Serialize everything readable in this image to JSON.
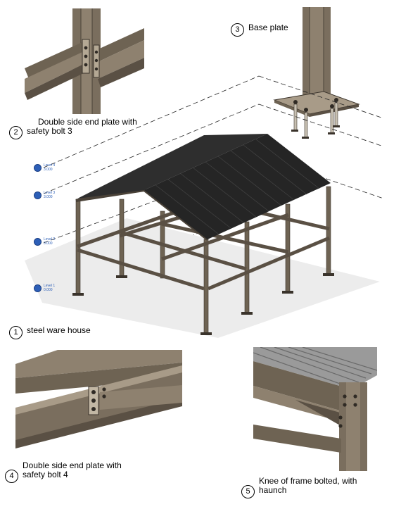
{
  "details": [
    {
      "number": "1",
      "label": "steel ware house"
    },
    {
      "number": "2",
      "label": "Double side end plate with safety bolt 3",
      "lines": [
        "Double side end plate with",
        "safety bolt 3"
      ]
    },
    {
      "number": "3",
      "label": "Base plate"
    },
    {
      "number": "4",
      "label": "Double side end plate with safety bolt 4",
      "lines": [
        "Double side end plate with",
        "safety bolt 4"
      ]
    },
    {
      "number": "5",
      "label": "Knee of frame bolted, with haunch",
      "lines": [
        "Knee of frame bolted, with",
        "haunch"
      ]
    }
  ],
  "levels": [
    {
      "name": "Level 4",
      "elev": "3.000"
    },
    {
      "name": "Level 3",
      "elev": "3.000"
    },
    {
      "name": "Level 2",
      "elev": "3.000"
    },
    {
      "name": "Level 1",
      "elev": "0.000"
    }
  ],
  "colors": {
    "steel": "#7a6e5e",
    "steel_dark": "#4a4238",
    "steel_light": "#a89b88",
    "roof": "#2a2a2a",
    "level_marker": "#2d5fb7"
  }
}
